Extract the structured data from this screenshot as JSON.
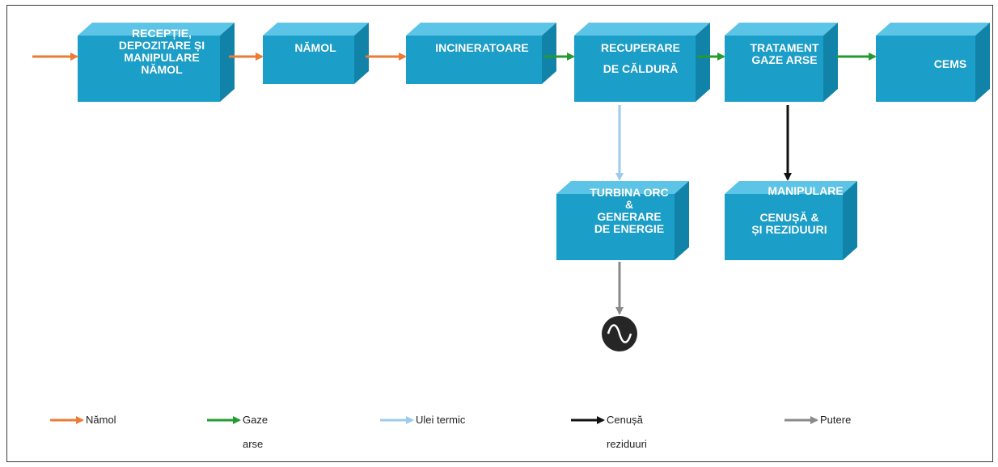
{
  "colors": {
    "box_front": "#1b9fc9",
    "box_top": "#5cc4e6",
    "box_side": "#1283a8",
    "namol": "#ec7b35",
    "gaze": "#239b31",
    "ulei": "#9ccbee",
    "cenusa": "#111111",
    "putere": "#8a8a8a",
    "generator": "#262626"
  },
  "boxes": {
    "receptie": "RECEPȚIE,\nDEPOZITARE ȘI\nMANIPULARE\nNĂMOL",
    "namol": "NĂMOL",
    "incineratoare": "INCINERATOARE",
    "recuperare": "RECUPERARE\nDE CĂLDURĂ",
    "tratament": "TRATAMENT\nGAZE ARSE",
    "cems": "CEMS",
    "turbina": "TURBINA ORC\n&\nGENERARE\nDE ENERGIE",
    "manipulare_title": "MANIPULARE",
    "manipulare_body": "CENUȘĂ &\nȘI REZIDUURI"
  },
  "generator": {
    "icon": "ac-generator-icon",
    "symbol": "∿"
  },
  "legend": [
    {
      "key": "namol",
      "line1": "Nămol",
      "line2": ""
    },
    {
      "key": "gaze",
      "line1": "Gaze",
      "line2": "arse"
    },
    {
      "key": "ulei",
      "line1": "Ulei termic",
      "line2": ""
    },
    {
      "key": "cenusa",
      "line1": "Cenușă",
      "line2": "reziduuri"
    },
    {
      "key": "putere",
      "line1": "Putere",
      "line2": ""
    }
  ]
}
